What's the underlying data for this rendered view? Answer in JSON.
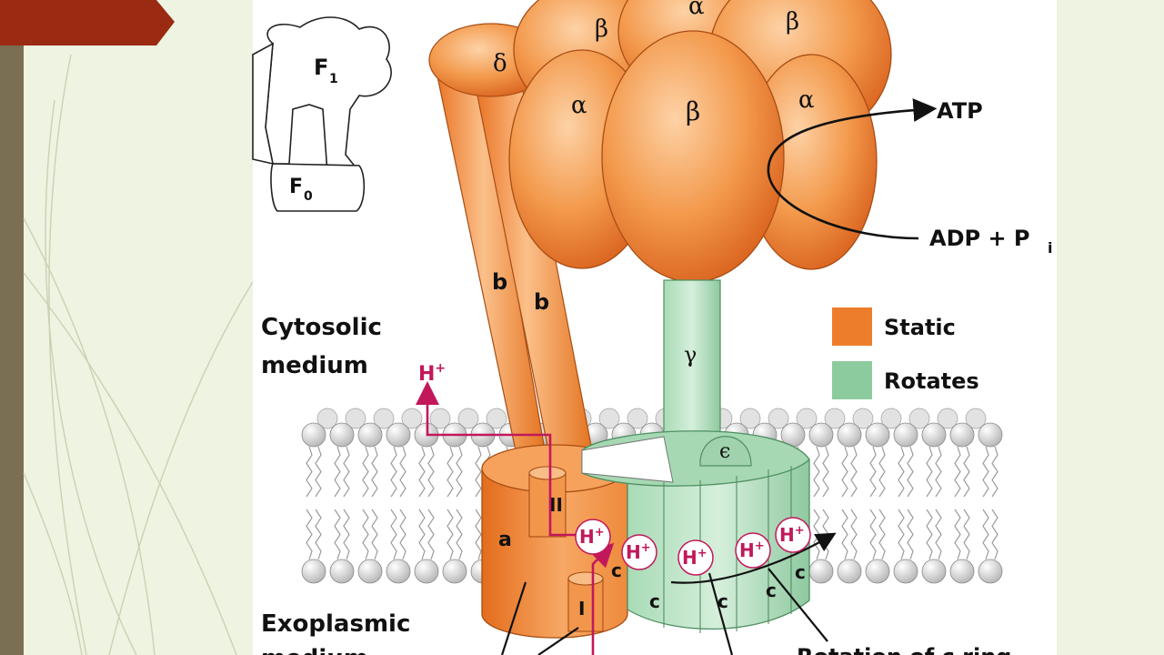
{
  "slide": {
    "colors": {
      "background": "#eef3e2",
      "left_bar": "#7a6f52",
      "tab": "#9b2a12",
      "static": "#ee7d2b",
      "rotates": "#8ccb9e",
      "proton": "#c2185b"
    }
  },
  "diagram": {
    "inset": {
      "f1_label": "F",
      "f1_sub": "1",
      "f0_label": "F",
      "f0_sub": "0"
    },
    "subunits": {
      "alpha": "α",
      "beta": "β",
      "delta": "δ",
      "b": "b",
      "gamma": "γ",
      "epsilon": "ϵ",
      "a": "a",
      "c": "c",
      "channel_1": "I",
      "channel_2": "II"
    },
    "reaction": {
      "atp": "ATP",
      "adp": "ADP + P",
      "adp_sub": "i"
    },
    "legend": [
      {
        "label": "Static",
        "color": "#ee7d2b"
      },
      {
        "label": "Rotates",
        "color": "#8ccb9e"
      }
    ],
    "media": {
      "cytosolic_line1": "Cytosolic",
      "cytosolic_line2": "medium",
      "exoplasmic_line1": "Exoplasmic",
      "exoplasmic_line2": "medium"
    },
    "proton": {
      "symbol": "H",
      "charge": "+"
    },
    "rotation_label": "Rotation of c ring"
  }
}
